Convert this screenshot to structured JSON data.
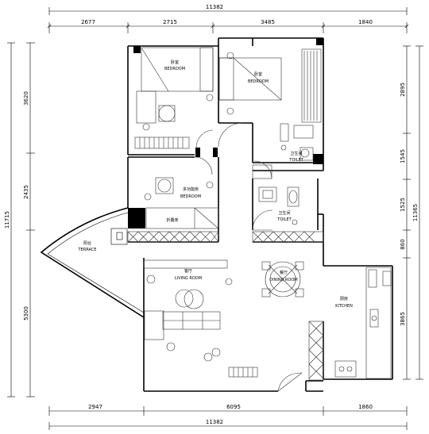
{
  "dimensions": {
    "top_total": "11382",
    "top_segments": [
      "2677",
      "2715",
      "3485",
      "1840"
    ],
    "bottom_total": "11382",
    "bottom_segments": [
      "2947",
      "6095",
      "1860"
    ],
    "left_total": "11715",
    "left_segments": [
      "3620",
      "2435",
      "5300"
    ],
    "right_total": "11365",
    "right_segments": [
      "2895",
      "1545",
      "1525",
      "860",
      "3865"
    ]
  },
  "rooms": {
    "bedroom1": {
      "zh": "卧室",
      "en": "BEDROOM"
    },
    "bedroom2": {
      "zh": "卧室",
      "en": "BEDROOM"
    },
    "multi_room": {
      "zh": "多功能房",
      "en": "BEDROOM"
    },
    "folding_bed": {
      "zh": "折叠床"
    },
    "toilet1": {
      "zh": "卫生间",
      "en": "TOILET"
    },
    "toilet2": {
      "zh": "卫生间",
      "en": "TOILET"
    },
    "terrace": {
      "zh": "阳台",
      "en": "TERRACE"
    },
    "living": {
      "zh": "客厅",
      "en": "LIVING ROOM"
    },
    "dining": {
      "zh": "餐厅",
      "en": "DINING ROOM"
    },
    "kitchen": {
      "zh": "厨房",
      "en": "KITCHEN"
    }
  }
}
